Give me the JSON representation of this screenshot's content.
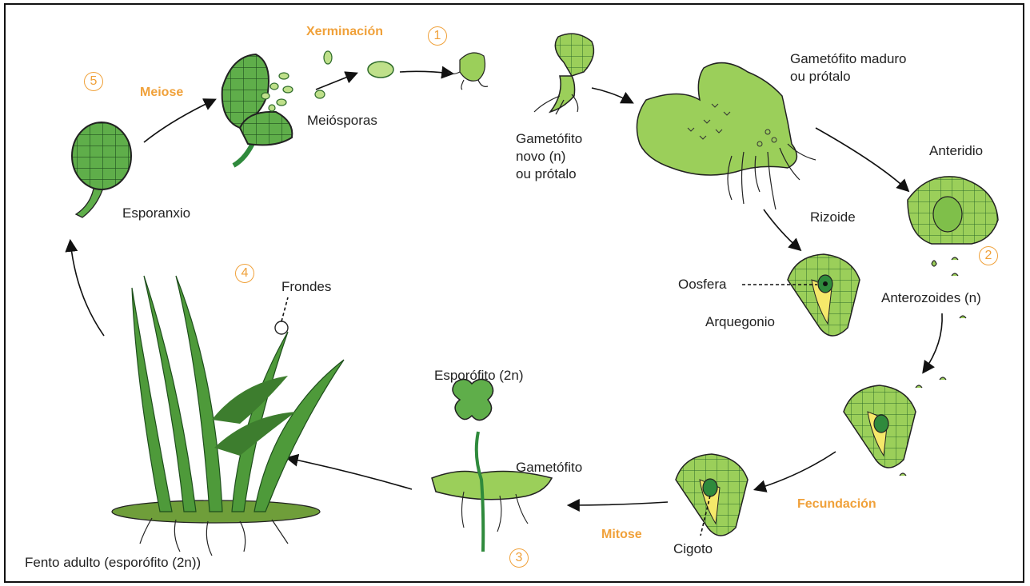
{
  "colors": {
    "accent": "#f0a13a",
    "plant": "#9bcf5a",
    "plant_dark": "#2f8a3c",
    "outline": "#222222"
  },
  "stages": {
    "xerminacion": "Xerminación",
    "meiose": "Meiose",
    "fecundacion": "Fecundación",
    "mitose": "Mitose"
  },
  "numbers": {
    "n1": "1",
    "n2": "2",
    "n3": "3",
    "n4": "4",
    "n5": "5"
  },
  "labels": {
    "meiosporas": "Meiósporas",
    "esporanxio": "Esporanxio",
    "gametofito_novo_1": "Gametófito",
    "gametofito_novo_2": "novo (n)",
    "gametofito_novo_3": "ou prótalo",
    "gametofito_maduro_1": "Gametófito maduro",
    "gametofito_maduro_2": "ou prótalo",
    "anteridio": "Anteridio",
    "rizoide": "Rizoide",
    "oosfera": "Oosfera",
    "arquegonio": "Arquegonio",
    "anterozoides": "Anterozoides (n)",
    "esporofito": "Esporófito (2n)",
    "gametofito": "Gametófito",
    "cigoto": "Cigoto",
    "frondes": "Frondes",
    "fento_adulto": "Fento adulto (esporófito (2n))"
  }
}
